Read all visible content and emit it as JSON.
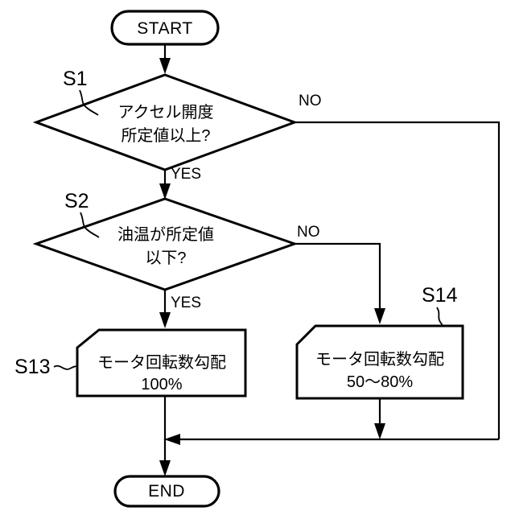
{
  "diagram": {
    "type": "flowchart",
    "title": "",
    "language": "ja",
    "background_color": "#ffffff",
    "line_color": "#000000",
    "nodes": [
      {
        "id": "start",
        "kind": "terminator",
        "label": "START"
      },
      {
        "id": "s1",
        "kind": "decision",
        "step": "S1",
        "line1": "アクセル開度",
        "line2": "所定値以上?",
        "yes_label": "YES",
        "no_label": "NO"
      },
      {
        "id": "s2",
        "kind": "decision",
        "step": "S2",
        "line1": "油温が所定値",
        "line2": "以下?",
        "yes_label": "YES",
        "no_label": "NO"
      },
      {
        "id": "s13",
        "kind": "process",
        "step": "S13",
        "line1": "モータ回転数勾配",
        "line2": "100%"
      },
      {
        "id": "s14",
        "kind": "process",
        "step": "S14",
        "line1": "モータ回転数勾配",
        "line2": "50〜80%"
      },
      {
        "id": "end",
        "kind": "terminator",
        "label": "END"
      }
    ],
    "edges": [
      {
        "from": "start",
        "to": "s1",
        "label": ""
      },
      {
        "from": "s1",
        "to": "s2",
        "label": "YES"
      },
      {
        "from": "s1",
        "to": "merge",
        "label": "NO"
      },
      {
        "from": "s2",
        "to": "s13",
        "label": "YES"
      },
      {
        "from": "s2",
        "to": "s14",
        "label": "NO"
      },
      {
        "from": "s13",
        "to": "merge",
        "label": ""
      },
      {
        "from": "s14",
        "to": "merge",
        "label": ""
      },
      {
        "from": "merge",
        "to": "end",
        "label": ""
      }
    ]
  }
}
